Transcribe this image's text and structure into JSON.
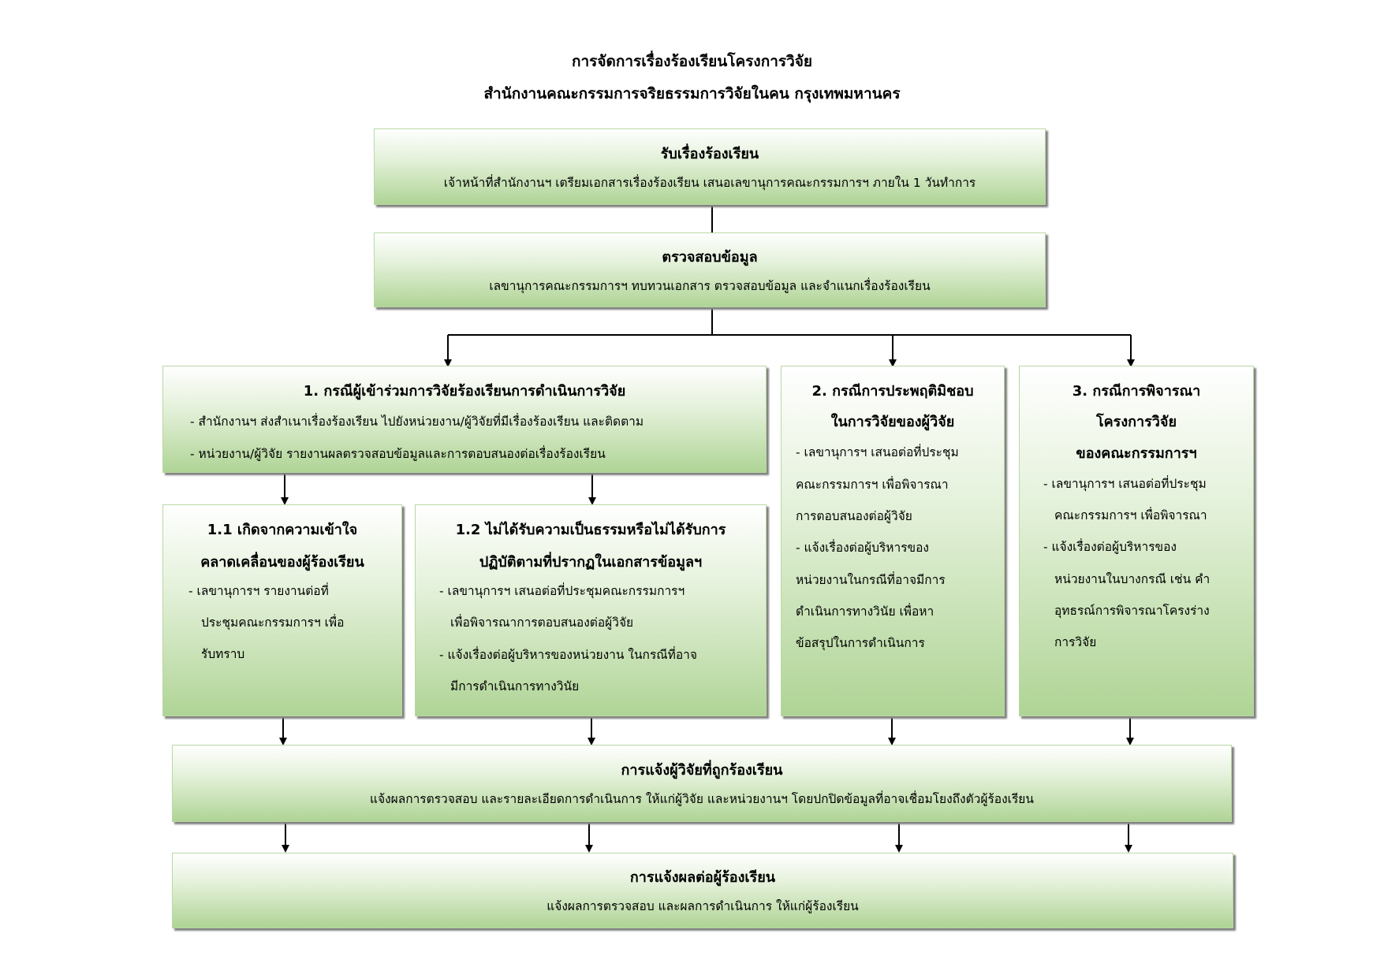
{
  "header": {
    "title_line1": "การจัดการเรื่องร้องเรียนโครงการวิจัย",
    "title_line2": "สำนักงานคณะกรรมการจริยธรรมการวิจัยในคน กรุงเทพมหานคร"
  },
  "receive": {
    "title": "รับเรื่องร้องเรียน",
    "text": "เจ้าหน้าที่สำนักงานฯ เตรียมเอกสารเรื่องร้องเรียน เสนอเลขานุการคณะกรรมการฯ ภายใน 1 วันทำการ"
  },
  "check": {
    "title": "ตรวจสอบข้อมูล",
    "text": "เลขานุการคณะกรรมการฯ ทบทวนเอกสาร ตรวจสอบข้อมูล และจำแนกเรื่องร้องเรียน"
  },
  "case1": {
    "title": "1. กรณีผู้เข้าร่วมการวิจัยร้องเรียนการดำเนินการวิจัย",
    "line1": "- สำนักงานฯ ส่งสำเนาเรื่องร้องเรียน ไปยังหน่วยงาน/ผู้วิจัยที่มีเรื่องร้องเรียน และติดตาม",
    "line2": "- หน่วยงาน/ผู้วิจัย รายงานผลตรวจสอบข้อมูลและการตอบสนองต่อเรื่องร้องเรียน"
  },
  "case1_1": {
    "title1": "1.1 เกิดจากความเข้าใจ",
    "title2": "คลาดเคลื่อนของผู้ร้องเรียน",
    "line1": "- เลขานุการฯ รายงานต่อที่",
    "line2": "ประชุมคณะกรรมการฯ เพื่อ",
    "line3": "รับทราบ"
  },
  "case1_2": {
    "title1": "1.2 ไม่ได้รับความเป็นธรรมหรือไม่ได้รับการ",
    "title2": "ปฏิบัติตามที่ปรากฏในเอกสารข้อมูลฯ",
    "line1": "- เลขานุการฯ เสนอต่อที่ประชุมคณะกรรมการฯ",
    "line2": "เพื่อพิจารณาการตอบสนองต่อผู้วิจัย",
    "line3": "- แจ้งเรื่องต่อผู้บริหารของหน่วยงาน ในกรณีที่อาจ",
    "line4": "มีการดำเนินการทางวินัย"
  },
  "case2": {
    "title1": "2. กรณีการประพฤติมิชอบ",
    "title2": "ในการวิจัยของผู้วิจัย",
    "line1": "- เลขานุการฯ เสนอต่อที่ประชุม",
    "line2": "คณะกรรมการฯ เพื่อพิจารณา",
    "line3": "การตอบสนองต่อผู้วิจัย",
    "line4": "- แจ้งเรื่องต่อผู้บริหารของ",
    "line5": "หน่วยงานในกรณีที่อาจมีการ",
    "line6": "ดำเนินการทางวินัย เพื่อหา",
    "line7": "ข้อสรุปในการดำเนินการ"
  },
  "case3": {
    "title1": "3. กรณีการพิจารณา",
    "title2": "โครงการวิจัย",
    "title3": "ของคณะกรรมการฯ",
    "line1": "- เลขานุการฯ เสนอต่อที่ประชุม",
    "line2": "คณะกรรมการฯ เพื่อพิจารณา",
    "line3": "- แจ้งเรื่องต่อผู้บริหารของ",
    "line4": "หน่วยงานในบางกรณี เช่น คำ",
    "line5": "อุทธรณ์การพิจารณาโครงร่าง",
    "line6": "การวิจัย"
  },
  "notify_researcher": {
    "title": "การแจ้งผู้วิจัยที่ถูกร้องเรียน",
    "text": "แจ้งผลการตรวจสอบ และรายละเอียดการดำเนินการ ให้แก่ผู้วิจัย และหน่วยงานฯ โดยปกปิดข้อมูลที่อาจเชื่อมโยงถึงตัวผู้ร้องเรียน"
  },
  "notify_complainant": {
    "title": "การแจ้งผลต่อผู้ร้องเรียน",
    "text": "แจ้งผลการตรวจสอบ และผลการดำเนินการ ให้แก่ผู้ร้องเรียน"
  }
}
